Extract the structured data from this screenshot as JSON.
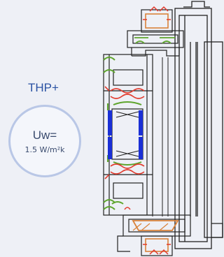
{
  "label": "THP+",
  "badge": {
    "title": "Uw=",
    "value": "1.5 W/m²k"
  },
  "colors": {
    "background": "#eef0f6",
    "label_text": "#2a52a3",
    "badge_border": "#b9c7e6",
    "gasket_red": "#e23b2e",
    "gasket_green": "#5ea52d",
    "thermal_break_blue": "#1a2fd6",
    "insulation_orange": "#d9823a",
    "profile_line": "#222222"
  }
}
